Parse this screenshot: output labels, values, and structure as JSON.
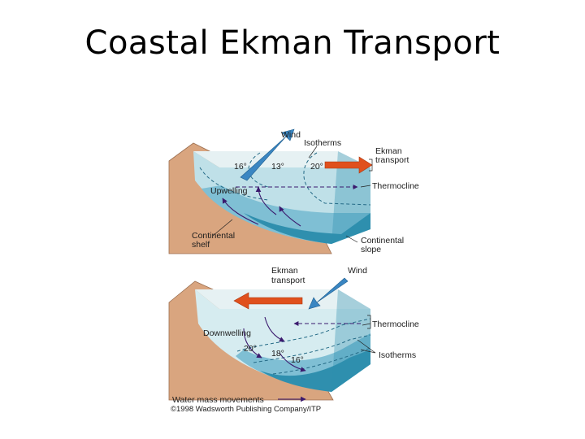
{
  "title": "Coastal Ekman Transport",
  "top_panel": {
    "wind": "Wind",
    "isotherms": "Isotherms",
    "ekman_line1": "Ekman",
    "ekman_line2": "transport",
    "thermocline": "Thermocline",
    "upwelling": "Upwelling",
    "shelf_line1": "Continental",
    "shelf_line2": "shelf",
    "slope_line1": "Continental",
    "slope_line2": "slope",
    "temp_a": "16°",
    "temp_b": "13°",
    "temp_c": "20°"
  },
  "bottom_panel": {
    "ekman_line1": "Ekman",
    "ekman_line2": "transport",
    "wind": "Wind",
    "thermocline": "Thermocline",
    "downwelling": "Downwelling",
    "isotherms": "Isotherms",
    "temp_a": "20°",
    "temp_b": "18°",
    "temp_c": "16°"
  },
  "legend": {
    "label": "Water mass movements"
  },
  "copyright": "©1998 Wadsworth Publishing Company/ITP",
  "colors": {
    "land": "#d9a57f",
    "water_surface": "#e6f1f3",
    "water_mid": "#7fbfd4",
    "water_deep": "#2f8fae",
    "ekman_arrow": "#e0501d",
    "wind_arrow": "#3a86c2",
    "flow_arrow": "#3b1a6e"
  }
}
